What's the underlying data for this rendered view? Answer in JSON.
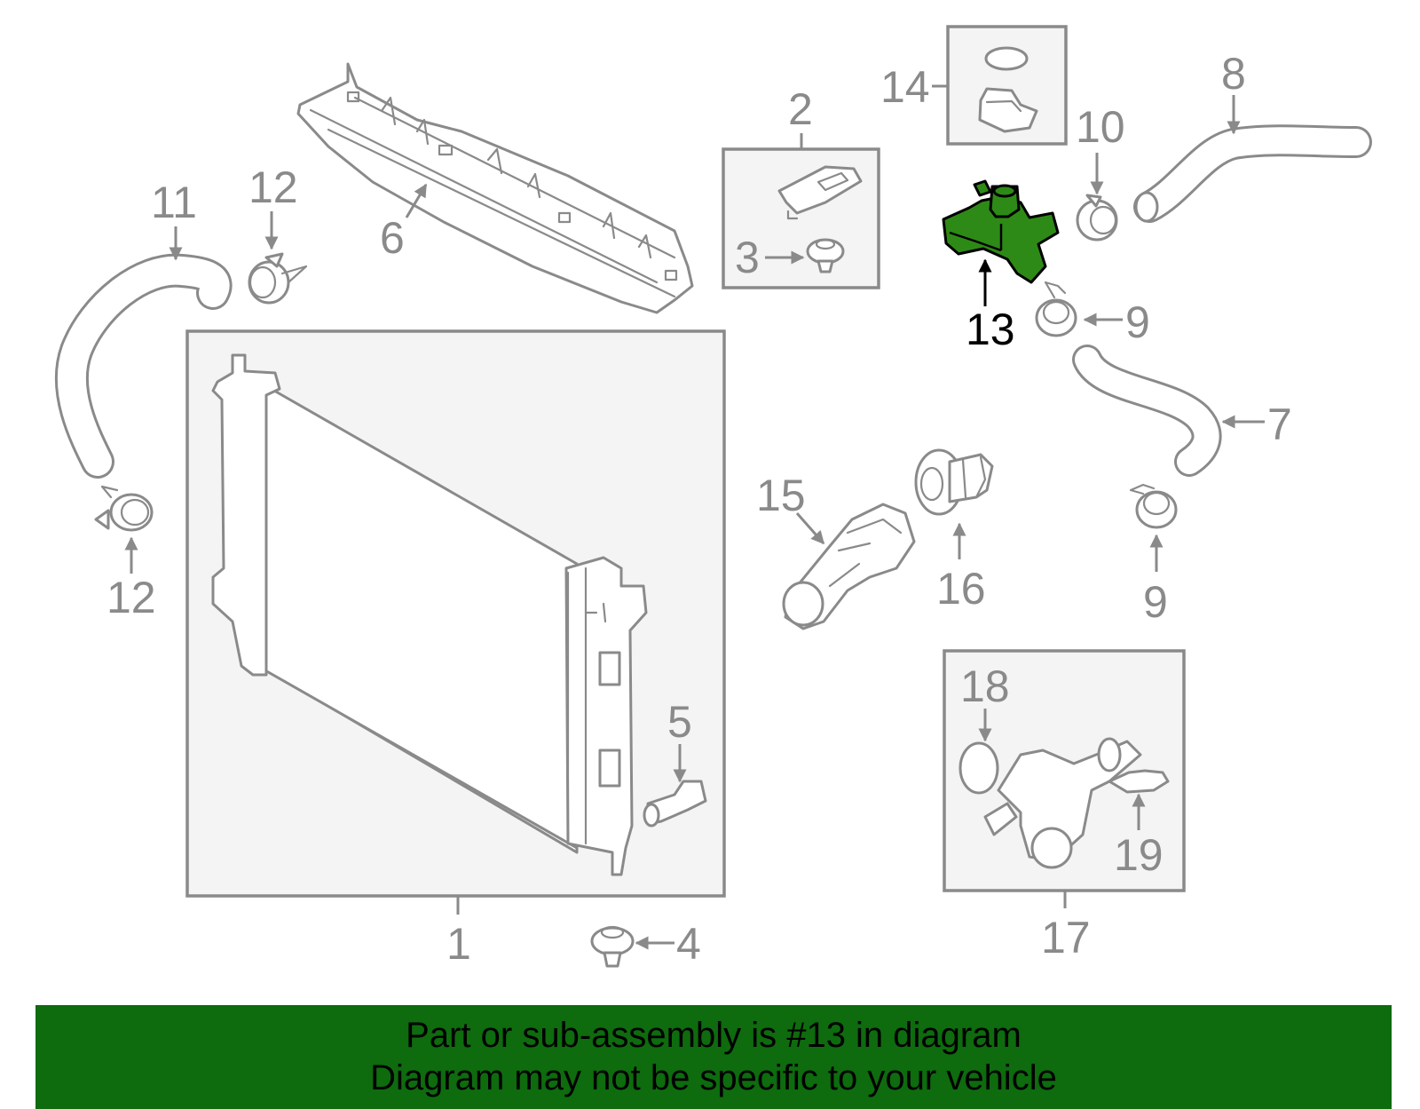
{
  "callouts": {
    "c1": "1",
    "c2": "2",
    "c3": "3",
    "c4": "4",
    "c5": "5",
    "c6": "6",
    "c7": "7",
    "c8": "8",
    "c9a": "9",
    "c9b": "9",
    "c10": "10",
    "c11": "11",
    "c12a": "12",
    "c12b": "12",
    "c13": "13",
    "c14": "14",
    "c15": "15",
    "c16": "16",
    "c17": "17",
    "c18": "18",
    "c19": "19"
  },
  "highlight": {
    "part_number": "13",
    "color": "#2e8a16"
  },
  "banner": {
    "line1": "Part or sub-assembly is #13 in diagram",
    "line2": "Diagram may not be specific to your vehicle",
    "background": "#0e6b0e"
  },
  "colors": {
    "line_art": "#8a8a8a",
    "box_fill": "#f4f4f4"
  }
}
